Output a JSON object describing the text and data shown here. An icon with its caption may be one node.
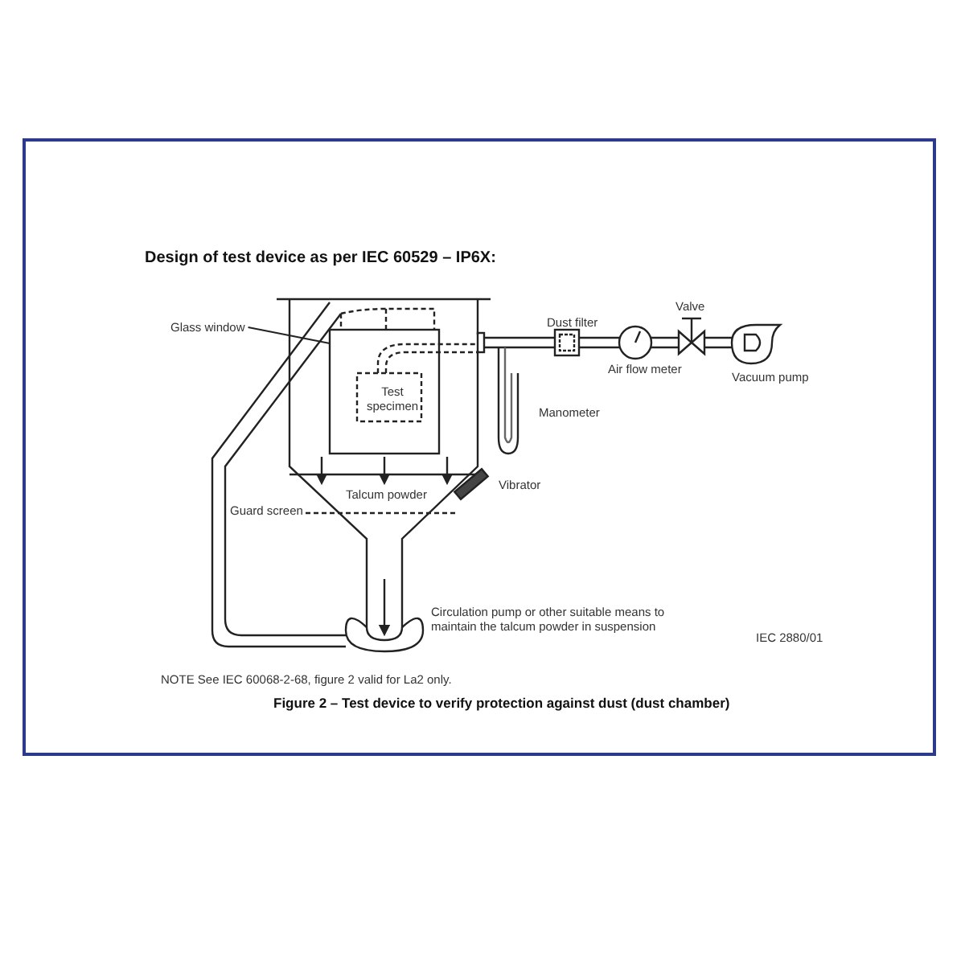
{
  "diagram": {
    "title": "Design of test device as per IEC 60529 – IP6X:",
    "caption": "Figure 2 – Test device to verify protection against dust (dust chamber)",
    "nodes": [
      {
        "text": [
          "Glass window"
        ]
      },
      {
        "text": [],
        "shape": "box"
      }
    ],
    "edges": [
      {
        "from": 0,
        "to": 1,
        "arrow": "none"
      }
    ],
    "labels": [
      "Dust filter",
      "Valve",
      "Test specimen",
      "Air flow meter",
      "Vacuum pump",
      "Manometer",
      "Vibrator",
      "Talcum powder",
      "Guard screen",
      "Circulation pump or other suitable means to maintain the talcum powder in suspension",
      "IEC 2880/01",
      "NOTE See IEC 60068-2-68, figure 2 valid for La2 only."
    ]
  }
}
